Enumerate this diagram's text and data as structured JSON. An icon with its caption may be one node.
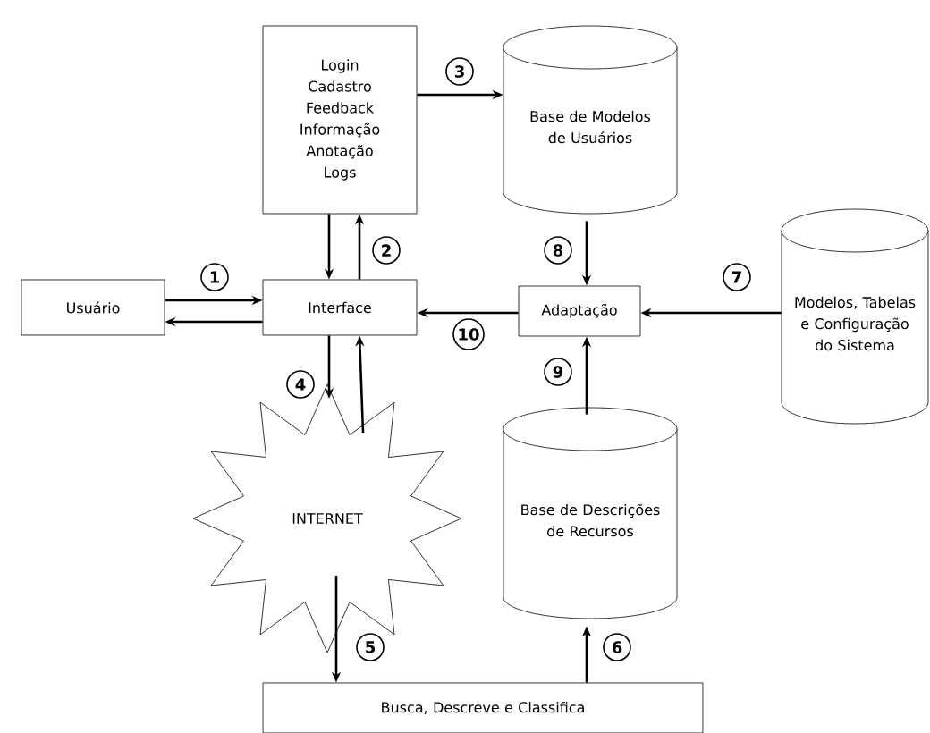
{
  "diagram": {
    "nodes": [
      {
        "text": [
          "Login",
          "Cadastro",
          "Feedback",
          "Informação",
          "Anotação",
          "Logs"
        ]
      },
      {
        "text": [
          "Base de Modelos de Usuários"
        ]
      },
      {
        "text": [
          "Usuário"
        ]
      },
      {
        "text": [
          "Interface"
        ]
      },
      {
        "text": [
          "Adaptação"
        ]
      },
      {
        "text": [
          "Modelos, Tabelas e Configuração do Sistema"
        ]
      },
      {
        "text": [
          "INTERNET"
        ]
      },
      {
        "text": [
          "Base de Descrições de Recursos"
        ]
      },
      {
        "text": [
          "Busca, Descreve e Classifica"
        ]
      }
    ],
    "edges": [
      {
        "from": 2,
        "to": 3,
        "arrow": "to",
        "label": "1"
      },
      {
        "from": 3,
        "to": 2,
        "arrow": "to"
      },
      {
        "from": 0,
        "to": 3,
        "arrow": "to"
      },
      {
        "from": 3,
        "to": 0,
        "arrow": "to",
        "label": "2"
      },
      {
        "from": 0,
        "to": 1,
        "arrow": "to",
        "label": "3"
      },
      {
        "from": 3,
        "to": 6,
        "arrow": "to",
        "label": "4"
      },
      {
        "from": 6,
        "to": 3,
        "arrow": "to"
      },
      {
        "from": 6,
        "to": 8,
        "arrow": "to",
        "label": "5"
      },
      {
        "from": 8,
        "to": 7,
        "arrow": "to",
        "label": "6"
      },
      {
        "from": 5,
        "to": 4,
        "arrow": "to",
        "label": "7"
      },
      {
        "from": 1,
        "to": 4,
        "arrow": "to",
        "label": "8"
      },
      {
        "from": 7,
        "to": 4,
        "arrow": "to",
        "label": "9"
      },
      {
        "from": 4,
        "to": 3,
        "arrow": "to",
        "label": "10"
      }
    ]
  }
}
